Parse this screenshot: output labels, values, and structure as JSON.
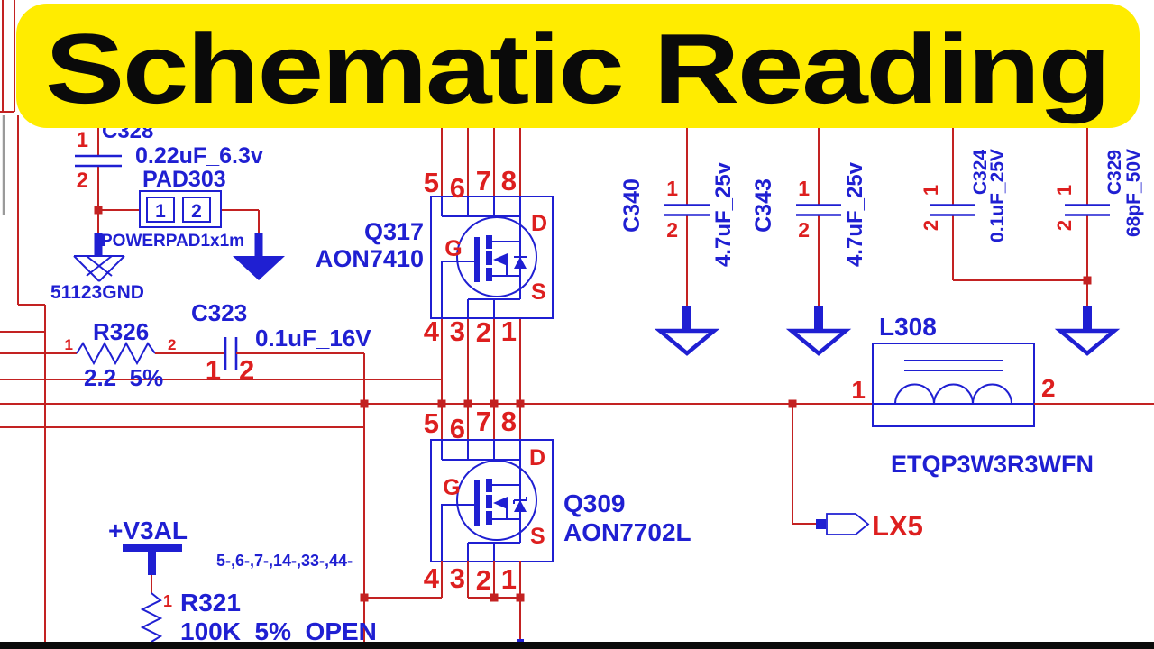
{
  "banner": {
    "title": "Schematic Reading",
    "bg_color": "#ffec00",
    "text_color": "#0a0a0a"
  },
  "colors": {
    "wire_red": "#c32222",
    "symbol_blue": "#1f1fd2",
    "label_red": "#dd1f1f"
  },
  "components": {
    "c328": {
      "ref": "C328",
      "value": "0.22uF_6.3v",
      "pin1": "1",
      "pin2": "2"
    },
    "pad303": {
      "ref": "PAD303",
      "footprint": "POWERPAD1x1m",
      "pin1": "1",
      "pin2": "2",
      "gnd_label": "51123GND"
    },
    "q317": {
      "ref": "Q317",
      "part": "AON7410",
      "gate": "G",
      "drain": "D",
      "source": "S",
      "top_pins": [
        "5",
        "6",
        "7",
        "8"
      ],
      "bottom_pins": [
        "4",
        "3",
        "2",
        "1"
      ]
    },
    "q309": {
      "ref": "Q309",
      "part": "AON7702L",
      "gate": "G",
      "drain": "D",
      "source": "S",
      "top_pins": [
        "5",
        "6",
        "7",
        "8"
      ],
      "bottom_pins": [
        "4",
        "3",
        "2",
        "1"
      ]
    },
    "r326": {
      "ref": "R326",
      "value": "2.2_5%",
      "pin1": "1",
      "pin2": "2"
    },
    "c323": {
      "ref": "C323",
      "value": "0.1uF_16V",
      "pin1": "1",
      "pin2": "2"
    },
    "c340": {
      "ref": "C340",
      "value": "4.7uF_25v",
      "pin1": "1",
      "pin2": "2"
    },
    "c343": {
      "ref": "C343",
      "value": "4.7uF_25v",
      "pin1": "1",
      "pin2": "2"
    },
    "c324": {
      "ref": "C324",
      "value": "0.1uF_25V",
      "pin1": "1",
      "pin2": "2"
    },
    "c329": {
      "ref": "C329",
      "value": "68pF_50V",
      "pin1": "1",
      "pin2": "2"
    },
    "l308": {
      "ref": "L308",
      "part": "ETQP3W3R3WFN",
      "pin1": "1",
      "pin2": "2"
    },
    "r321": {
      "ref": "R321",
      "value": "100K_5%_OPEN",
      "pin1": "1"
    },
    "v3al": {
      "net": "+V3AL",
      "note": "5-,6-,7-,14-,33-,44-"
    },
    "lx5": {
      "net": "LX5"
    }
  }
}
